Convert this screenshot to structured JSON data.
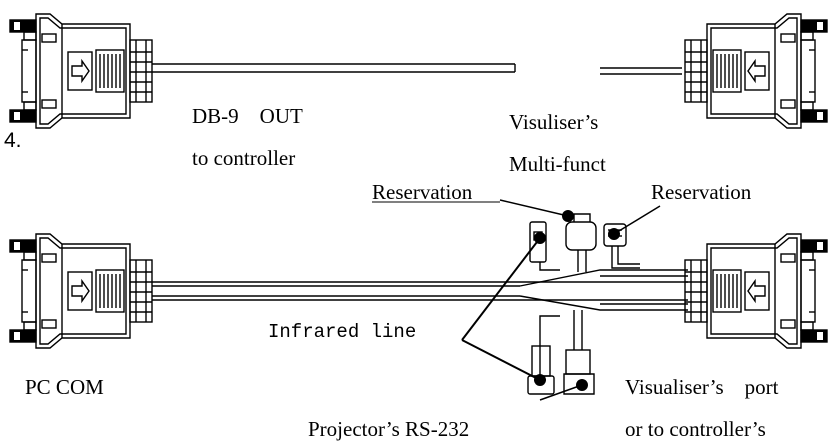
{
  "step_number": "4.",
  "top_diagram": {
    "left_connector": {
      "line1": "DB-9    OUT",
      "line2": "to controller"
    },
    "right_connector": {
      "line1": "Visuliser’s",
      "line2": "Multi-funct"
    }
  },
  "bottom_diagram": {
    "reservation_left": "Reservation",
    "reservation_right": "Reservation",
    "infrared_line": "Infrared line",
    "pc_com": "PC COM",
    "projector_rs232": "Projector’s RS-232",
    "visualiser_port": {
      "line1": "Visualiser’s    port",
      "line2": "or to controller’s"
    }
  },
  "colors": {
    "ink": "#000000",
    "background": "#ffffff"
  }
}
